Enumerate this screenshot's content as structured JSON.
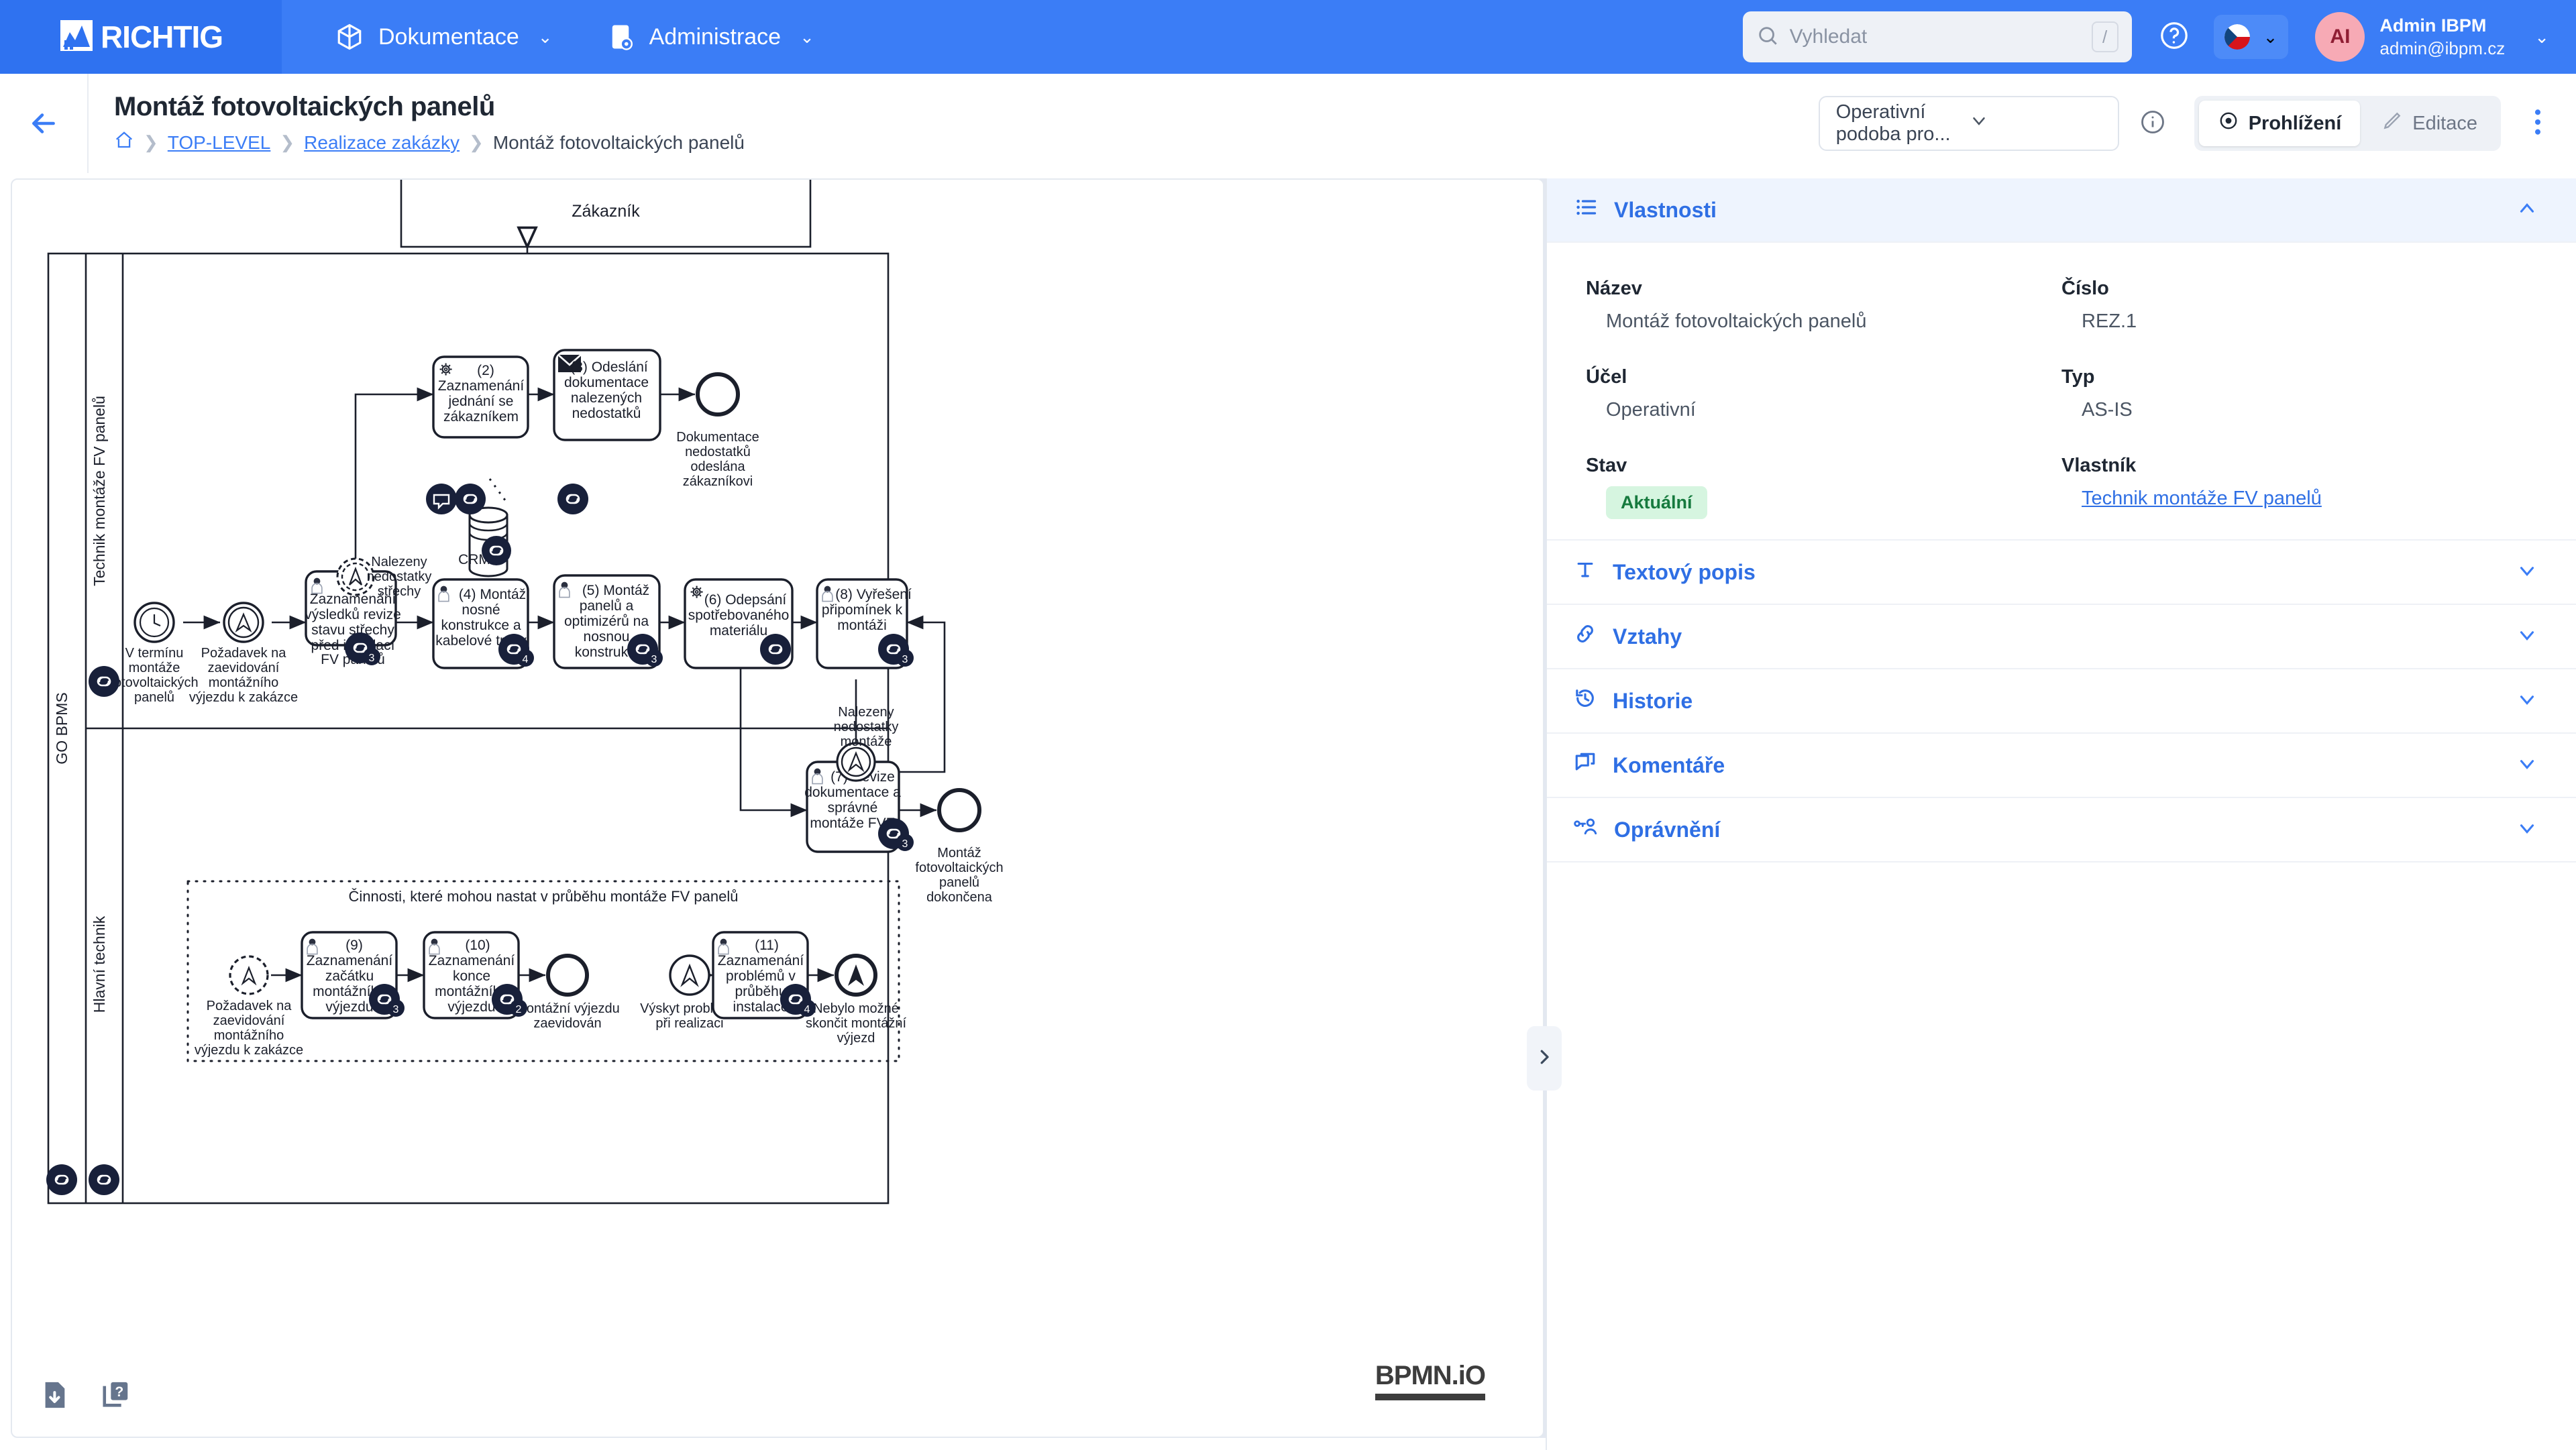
{
  "topnav": {
    "brand": "RICHTIG",
    "brand_icon": "chart-logo-icon",
    "items": [
      {
        "label": "Dokumentace",
        "icon": "cube-icon"
      },
      {
        "label": "Administrace",
        "icon": "tablet-gear-icon"
      }
    ],
    "search": {
      "placeholder": "Vyhledat",
      "shortcut": "/",
      "icon": "search-icon"
    },
    "help_icon": "question-circle-icon",
    "language": "cs",
    "user": {
      "initials": "AI",
      "name": "Admin IBPM",
      "email": "admin@ibpm.cz"
    }
  },
  "subheader": {
    "back_icon": "arrow-left-icon",
    "title": "Montáž fotovoltaických panelů",
    "breadcrumb": [
      {
        "label": "",
        "icon": "home-icon",
        "link": true
      },
      {
        "label": "TOP-LEVEL",
        "link": true
      },
      {
        "label": "Realizace zakázky",
        "link": true
      },
      {
        "label": "Montáž fotovoltaických panelů",
        "link": false
      }
    ],
    "view_select": "Operativní podoba pro...",
    "info_icon": "info-circle-icon",
    "modes": [
      {
        "label": "Prohlížení",
        "icon": "eye-icon",
        "active": true
      },
      {
        "label": "Editace",
        "icon": "pencil-icon",
        "active": false
      }
    ],
    "more_icon": "kebab-menu-icon"
  },
  "canvas": {
    "tools": [
      {
        "name": "download-icon"
      },
      {
        "name": "help-document-icon"
      }
    ],
    "watermark": "BPMN.iO",
    "collapse_icon": "chevron-right-icon"
  },
  "sidebar": {
    "sections": [
      {
        "label": "Vlastnosti",
        "icon": "list-icon",
        "expanded": true
      },
      {
        "label": "Textový popis",
        "icon": "text-icon",
        "expanded": false
      },
      {
        "label": "Vztahy",
        "icon": "link-icon",
        "expanded": false
      },
      {
        "label": "Historie",
        "icon": "history-icon",
        "expanded": false
      },
      {
        "label": "Komentáře",
        "icon": "comment-icon",
        "expanded": false
      },
      {
        "label": "Oprávnění",
        "icon": "key-user-icon",
        "expanded": false
      }
    ],
    "properties": {
      "nazev_label": "Název",
      "nazev_value": "Montáž fotovoltaických panelů",
      "cislo_label": "Číslo",
      "cislo_value": "REZ.1",
      "ucel_label": "Účel",
      "ucel_value": "Operativní",
      "typ_label": "Typ",
      "typ_value": "AS-IS",
      "stav_label": "Stav",
      "stav_value": "Aktuální",
      "vlastnik_label": "Vlastník",
      "vlastnik_value": "Technik montáže FV panelů"
    }
  },
  "diagram": {
    "type": "bpmn",
    "external_pool": "Zákazník",
    "pool": "GO BPMS",
    "lanes": [
      "Technik montáže FV panelů",
      "Hlavní technik"
    ],
    "subprocess_group": "Činnosti, které mohou nastat v průběhu montáže FV panelů",
    "data_store": "CRM",
    "events": [
      {
        "id": "e1",
        "kind": "timer-start",
        "label": "V termínu montáže fotovoltaických panelů"
      },
      {
        "id": "e2",
        "kind": "escalation-start",
        "label": "Požadavek na zaevidování montážního výjezdu k zakázce"
      },
      {
        "id": "e3",
        "kind": "end",
        "label": "Dokumentace nedostatků odeslána zákazníkovi"
      },
      {
        "id": "e4",
        "kind": "end",
        "label": "Montáž fotovoltaických panelů dokončena"
      },
      {
        "id": "e5",
        "kind": "escalation-start-noninterrupting",
        "label": "Požadavek na zaevidování montážního výjezdu k zakázce"
      },
      {
        "id": "e6",
        "kind": "end",
        "label": "Montážní výjezdu zaevidován"
      },
      {
        "id": "e7",
        "kind": "signal-start",
        "label": "Výskyt problémů při realizaci"
      },
      {
        "id": "e8",
        "kind": "escalation-end",
        "label": "Nebylo možné skončit montážní výjezd"
      },
      {
        "id": "e9",
        "kind": "boundary-escalation-noninterrupting",
        "label": "Nalezeny nedostatky střechy"
      },
      {
        "id": "e10",
        "kind": "boundary-escalation",
        "label": "Nalezeny nedostatky montáže"
      }
    ],
    "tasks": [
      {
        "num": "(1)",
        "label": "Zaznamenání výsledků revize stavu střechy před instalací FV panelů",
        "type": "user",
        "badge": "3"
      },
      {
        "num": "(2)",
        "label": "Zaznamenání jednání se zákazníkem",
        "type": "service",
        "badge": ""
      },
      {
        "num": "(3)",
        "label": "Odeslání dokumentace nalezených nedostatků",
        "type": "send",
        "badge": ""
      },
      {
        "num": "(4)",
        "label": "Montáž nosné konstrukce a kabelové trasy",
        "type": "user",
        "badge": "4"
      },
      {
        "num": "(5)",
        "label": "Montáž panelů a optimizérů na nosnou konstrukci",
        "type": "user",
        "badge": "3"
      },
      {
        "num": "(6)",
        "label": "Odepsání spotřebovaného materiálu",
        "type": "service",
        "badge": ""
      },
      {
        "num": "(7)",
        "label": "Revize dokumentace a správné montáže FVE",
        "type": "user",
        "badge": "3"
      },
      {
        "num": "(8)",
        "label": "Vyřešení připomínek k montáži",
        "type": "user",
        "badge": "3"
      },
      {
        "num": "(9)",
        "label": "Zaznamenání začátku montážního výjezdu",
        "type": "user",
        "badge": "3"
      },
      {
        "num": "(10)",
        "label": "Zaznamenání konce montážního výjezdu",
        "type": "user",
        "badge": "2"
      },
      {
        "num": "(11)",
        "label": "Zaznamenání problémů v průběhu instalace",
        "type": "user",
        "badge": "4"
      }
    ]
  }
}
